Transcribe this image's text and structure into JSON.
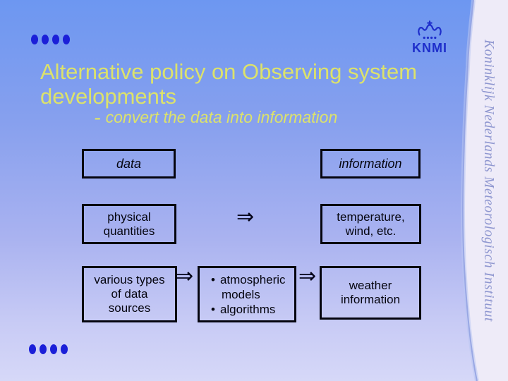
{
  "slide": {
    "title_line1": "Alternative policy on Observing system",
    "title_line2": "developments",
    "subtitle_dash": "-",
    "subtitle_text": "convert the data into information"
  },
  "branding": {
    "logo_text": "KNMI",
    "institute_text": "Koninklijk Nederlands Meteorologisch Instituut"
  },
  "diagram": {
    "arrow_glyph": "⇒",
    "data_box_label": "data",
    "information_box_label": "information",
    "physical_box_lines": [
      "physical",
      "quantities"
    ],
    "temperature_box_lines": [
      "temperature,",
      "wind, etc."
    ],
    "various_box_lines": [
      "various types",
      "of data",
      "sources"
    ],
    "models_box_items": [
      "atmospheric models",
      "algorithms"
    ],
    "weather_box_lines": [
      "weather",
      "information"
    ]
  },
  "colors": {
    "title_text": "#dce26b",
    "logo_blue": "#1e2ecb",
    "dot_blue": "#1b1fd8",
    "box_border": "#05050f",
    "band_fill": "#eeebf8",
    "band_text": "#8f97d0",
    "background_top": "#6d97f1",
    "background_bottom": "#d6d8f8"
  }
}
